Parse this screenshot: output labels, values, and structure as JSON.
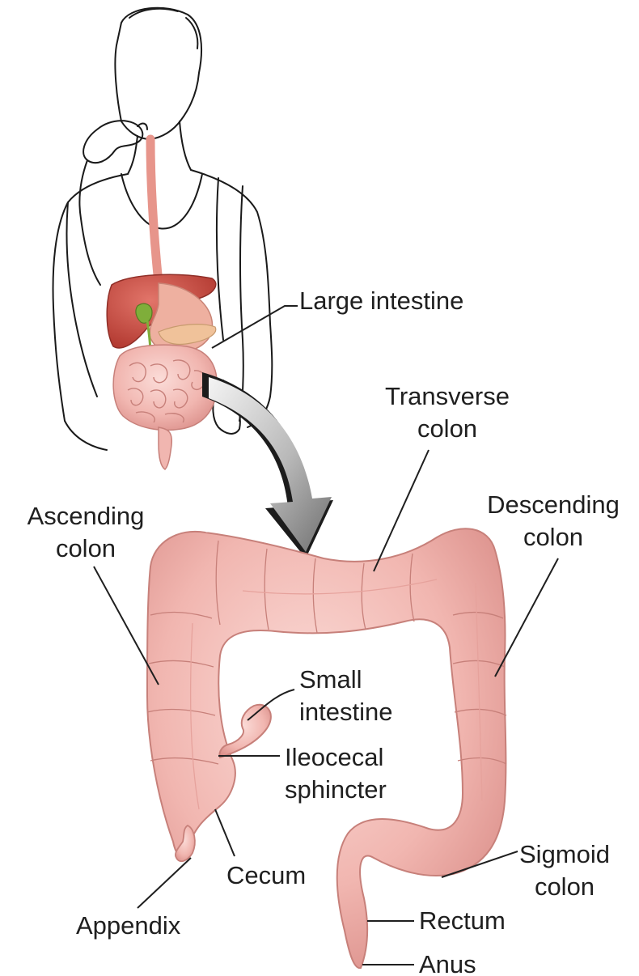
{
  "labels": {
    "large_intestine": "Large intestine",
    "transverse_colon_1": "Transverse",
    "transverse_colon_2": "colon",
    "ascending_colon_1": "Ascending",
    "ascending_colon_2": "colon",
    "descending_colon_1": "Descending",
    "descending_colon_2": "colon",
    "small_intestine_1": "Small",
    "small_intestine_2": "intestine",
    "ileocecal_sphincter_1": "Ileocecal",
    "ileocecal_sphincter_2": "sphincter",
    "cecum": "Cecum",
    "appendix": "Appendix",
    "sigmoid_colon_1": "Sigmoid",
    "sigmoid_colon_2": "colon",
    "rectum": "Rectum",
    "anus": "Anus"
  },
  "colors": {
    "intestine_fill": "#f1b6b0",
    "intestine_shade": "#d98c87",
    "intestine_highlight": "#fbdcd8",
    "liver": "#c9473d",
    "stomach": "#eeb0a0",
    "esophagus": "#e7958b",
    "gallbladder": "#7fae3a",
    "pancreas": "#f0c29a",
    "arrow_dark": "#1c1c1c",
    "arrow_light": "#cfcfcf",
    "label_text": "#1f1f1f"
  }
}
